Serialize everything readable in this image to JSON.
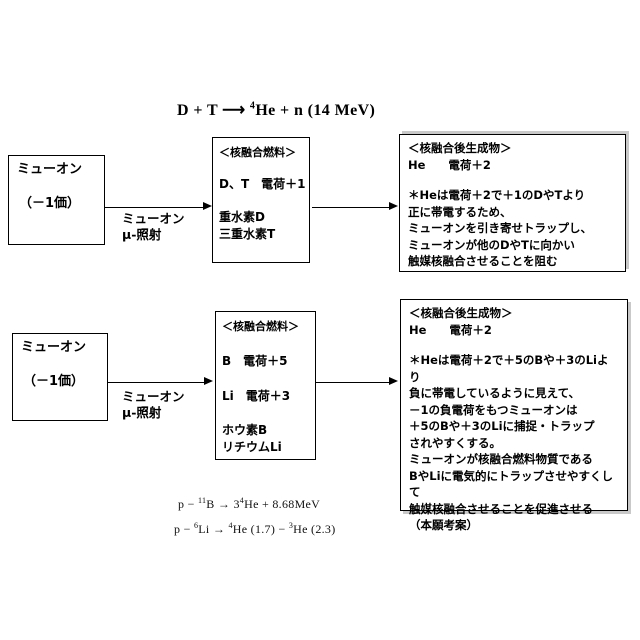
{
  "colors": {
    "background": "#ffffff",
    "text": "#000000",
    "border": "#000000",
    "arrow": "#000000",
    "shadow": "#c9c9c9"
  },
  "title": {
    "pre": "D + T ⟶ ",
    "sup": "4",
    "post": "He + n (14 MeV)"
  },
  "rows": [
    {
      "source_box": {
        "line1": "ミューオン",
        "line2": "（－1価）"
      },
      "arrow_label": {
        "line1": "ミューオン",
        "line2": "μ-照射"
      },
      "fuel_box": {
        "header": "＜核融合燃料＞",
        "charge_lines": [
          "D、T　電荷＋1"
        ],
        "name_lines": [
          "重水素D",
          "三重水素T"
        ]
      },
      "product_box": {
        "header": "＜核融合後生成物＞",
        "subheader": "He　　電荷＋2",
        "note_lines": [
          "＊Heは電荷＋2で＋1のDやTより",
          "正に帯電するため、",
          "ミューオンを引き寄せトラップし、",
          "ミューオンが他のDやTに向かい",
          "触媒核融合させることを阻む"
        ]
      }
    },
    {
      "source_box": {
        "line1": "ミューオン",
        "line2": "（－1価）"
      },
      "arrow_label": {
        "line1": "ミューオン",
        "line2": "μ-照射"
      },
      "fuel_box": {
        "header": "＜核融合燃料＞",
        "charge_lines": [
          "B　電荷＋5",
          "Li　電荷＋3"
        ],
        "name_lines": [
          "ホウ素B",
          "リチウムLi"
        ]
      },
      "product_box": {
        "header": "＜核融合後生成物＞",
        "subheader": "He　　電荷＋2",
        "note_lines": [
          "＊Heは電荷＋2で＋5のBや＋3のLiより",
          "負に帯電しているように見えて、",
          "－1の負電荷をもつミューオンは",
          "＋5のBや＋3のLiに捕捉・トラップ",
          "されやすくする。",
          "ミューオンが核融合燃料物質である",
          "BやLiに電気的にトラップさせやすくして",
          "触媒核融合させることを促進させる",
          "（本願考案）"
        ]
      }
    }
  ],
  "equations": {
    "eq1": {
      "s1": "p − ",
      "sup1": "11",
      "s2": "B → 3",
      "sup2": "4",
      "s3": "He + 8.68MeV"
    },
    "eq2": {
      "s1": "p − ",
      "sup1": "6",
      "s2": "Li → ",
      "sup2": "4",
      "s3": "He (1.7) − ",
      "sup3": "3",
      "s4": "He (2.3)"
    }
  }
}
